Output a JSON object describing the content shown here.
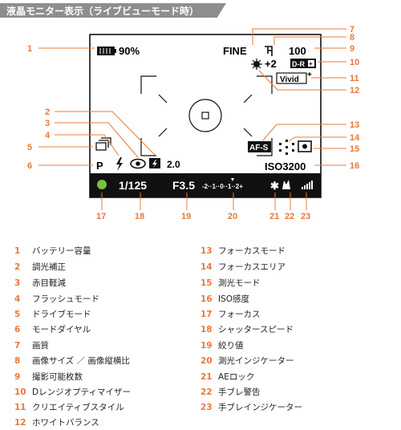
{
  "header": {
    "title": "液晶モニター表示（ライブビューモード時）"
  },
  "screen": {
    "battery": "90%",
    "quality": "FINE",
    "shots": "100",
    "exposure_comp": "+2",
    "dro": "D-R",
    "style": "Vivid",
    "flash_comp": "2.0",
    "mode": "P",
    "afs": "AF-S",
    "iso": "ISO3200",
    "shutter": "1/125",
    "aperture": "F3.5",
    "meter_scale": "-2··1··0··1··2+",
    "ae_lock": "✱"
  },
  "callouts": [
    "1",
    "2",
    "3",
    "4",
    "5",
    "6",
    "7",
    "8",
    "9",
    "10",
    "11",
    "12",
    "13",
    "14",
    "15",
    "16",
    "17",
    "18",
    "19",
    "20",
    "21",
    "22",
    "23"
  ],
  "legend": [
    {
      "num": "1",
      "label": "バッテリー容量"
    },
    {
      "num": "2",
      "label": "調光補正"
    },
    {
      "num": "3",
      "label": "赤目軽減"
    },
    {
      "num": "4",
      "label": "フラッシュモード"
    },
    {
      "num": "5",
      "label": "ドライブモード"
    },
    {
      "num": "6",
      "label": "モードダイヤル"
    },
    {
      "num": "7",
      "label": "画質"
    },
    {
      "num": "8",
      "label": "画像サイズ ／ 画像縦横比"
    },
    {
      "num": "9",
      "label": "撮影可能枚数"
    },
    {
      "num": "10",
      "label": "Dレンジオプティマイザー"
    },
    {
      "num": "11",
      "label": "クリエイティブスタイル"
    },
    {
      "num": "12",
      "label": "ホワイトバランス"
    },
    {
      "num": "13",
      "label": "フォーカスモード"
    },
    {
      "num": "14",
      "label": "フォーカスエリア"
    },
    {
      "num": "15",
      "label": "測光モード"
    },
    {
      "num": "16",
      "label": "ISO感度"
    },
    {
      "num": "17",
      "label": "フォーカス"
    },
    {
      "num": "18",
      "label": "シャッタースピード"
    },
    {
      "num": "19",
      "label": "絞り値"
    },
    {
      "num": "20",
      "label": "測光インジケーター"
    },
    {
      "num": "21",
      "label": "AEロック"
    },
    {
      "num": "22",
      "label": "手ブレ警告"
    },
    {
      "num": "23",
      "label": "手ブレインジケーター"
    }
  ]
}
